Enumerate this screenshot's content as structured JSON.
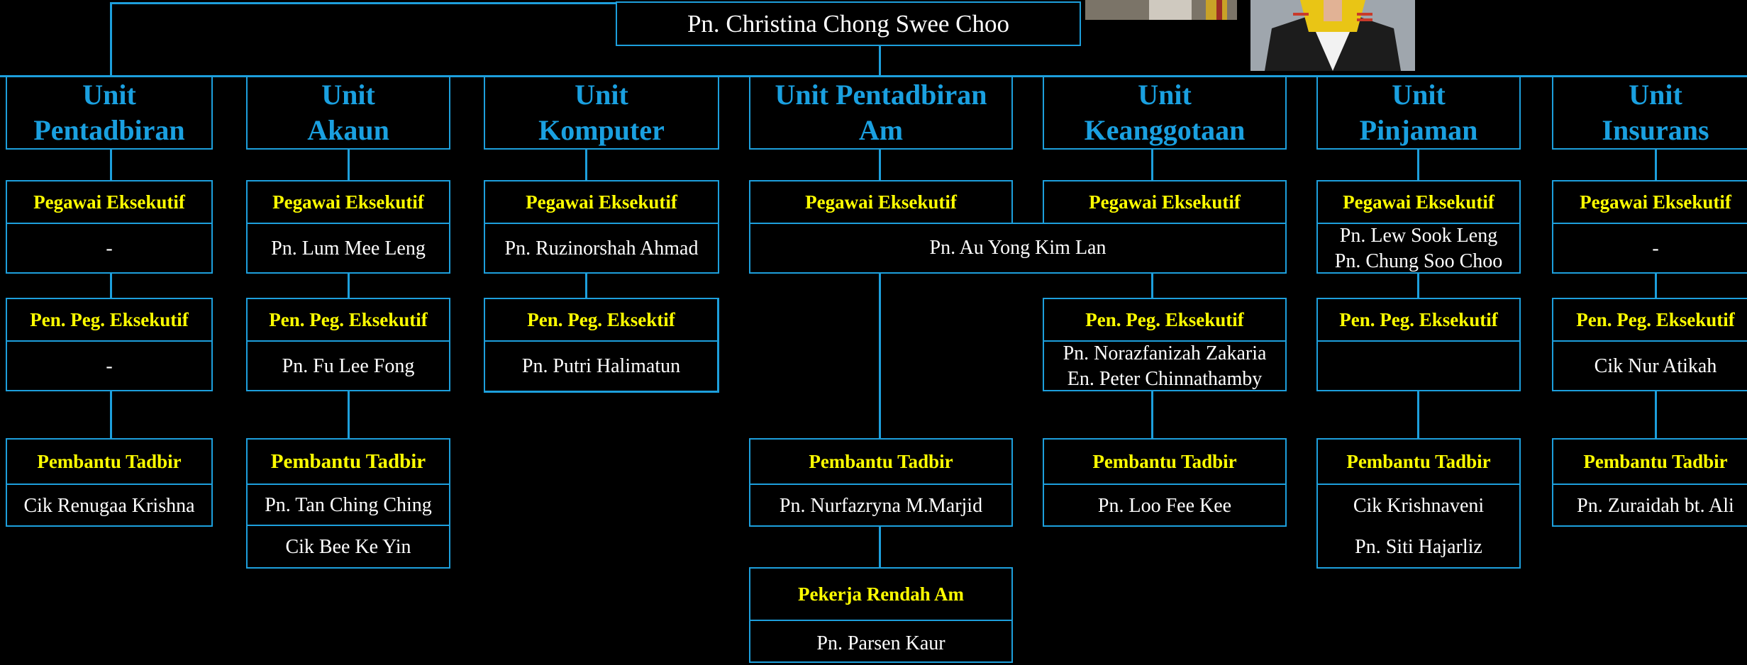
{
  "head": {
    "name": "Pn. Christina Chong Swee Choo"
  },
  "units": [
    {
      "title": "Unit Pentadbiran",
      "exec_role": "Pegawai Eksekutif",
      "exec_name": "-",
      "asst_role": "Pen. Peg. Eksekutif",
      "asst_name": "-",
      "admin_role": "Pembantu Tadbir",
      "admin_names": [
        "Cik Renugaa Krishna"
      ]
    },
    {
      "title": "Unit Akaun",
      "exec_role": "Pegawai Eksekutif",
      "exec_name": "Pn. Lum Mee Leng",
      "asst_role": "Pen. Peg. Eksekutif",
      "asst_name": "Pn. Fu Lee Fong",
      "admin_role": "Pembantu Tadbir",
      "admin_names": [
        "Pn. Tan Ching Ching",
        "Cik Bee Ke Yin"
      ]
    },
    {
      "title": "Unit Komputer",
      "exec_role": "Pegawai Eksekutif",
      "exec_name": "Pn. Ruzinorshah Ahmad",
      "asst_role": "Pen. Peg. Eksektif",
      "asst_name": "Pn. Putri Halimatun"
    },
    {
      "title": "Unit Pentadbiran Am",
      "exec_role": "Pegawai Eksekutif",
      "shared_exec_name": "Pn. Au Yong Kim Lan",
      "admin_role": "Pembantu Tadbir",
      "admin_names": [
        "Pn. Nurfazryna M.Marjid"
      ],
      "worker_role": "Pekerja Rendah Am",
      "worker_name": "Pn. Parsen Kaur"
    },
    {
      "title": "Unit Keanggotaan",
      "exec_role": "Pegawai Eksekutif",
      "asst_role": "Pen. Peg. Eksekutif",
      "asst_names": [
        "Pn. Norazfanizah Zakaria",
        "En. Peter Chinnathamby"
      ],
      "admin_role": "Pembantu Tadbir",
      "admin_names": [
        "Pn. Loo Fee Kee"
      ]
    },
    {
      "title": "Unit Pinjaman",
      "exec_role": "Pegawai Eksekutif",
      "exec_names": [
        "Pn. Lew Sook Leng",
        "Pn. Chung Soo Choo"
      ],
      "asst_role": "Pen. Peg. Eksekutif",
      "asst_name": "",
      "admin_role": "Pembantu Tadbir",
      "admin_names": [
        "Cik Krishnaveni",
        "Pn. Siti Hajarliz"
      ]
    },
    {
      "title": "Unit Insurans",
      "exec_role": "Pegawai Eksekutif",
      "exec_name": "-",
      "asst_role": "Pen. Peg. Eksekutif",
      "asst_name": "Cik Nur Atikah",
      "admin_role": "Pembantu Tadbir",
      "admin_names": [
        "Pn. Zuraidah bt. Ali"
      ]
    }
  ],
  "colors": {
    "line": "#1d9fdc",
    "unit_title": "#1aa0e0",
    "role": "#ffff00",
    "name": "#ffffff",
    "background": "#000000"
  }
}
